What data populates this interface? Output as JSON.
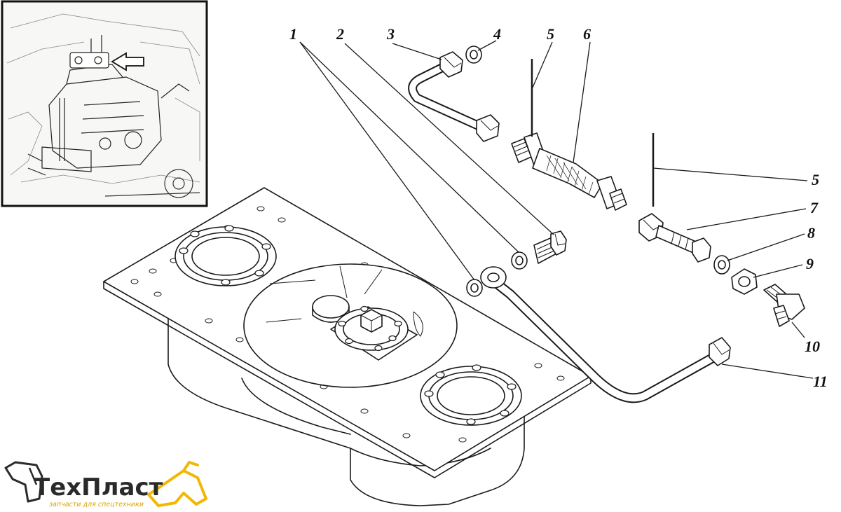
{
  "callouts": [
    {
      "id": "1",
      "text": "1"
    },
    {
      "id": "2",
      "text": "2"
    },
    {
      "id": "3",
      "text": "3"
    },
    {
      "id": "4",
      "text": "4"
    },
    {
      "id": "5a",
      "text": "5"
    },
    {
      "id": "6",
      "text": "6"
    },
    {
      "id": "5b",
      "text": "5"
    },
    {
      "id": "7",
      "text": "7"
    },
    {
      "id": "8",
      "text": "8"
    },
    {
      "id": "9",
      "text": "9"
    },
    {
      "id": "10",
      "text": "10"
    },
    {
      "id": "11",
      "text": "11"
    }
  ],
  "logo": {
    "name": "ТехПласт",
    "tagline": "запчасти для спецтехники",
    "accent_color": "#f2b705",
    "text_color": "#2a2a2a"
  },
  "icons": {
    "logo_mark": "excavator-icon",
    "inset_arrow": "arrow-left-icon"
  }
}
